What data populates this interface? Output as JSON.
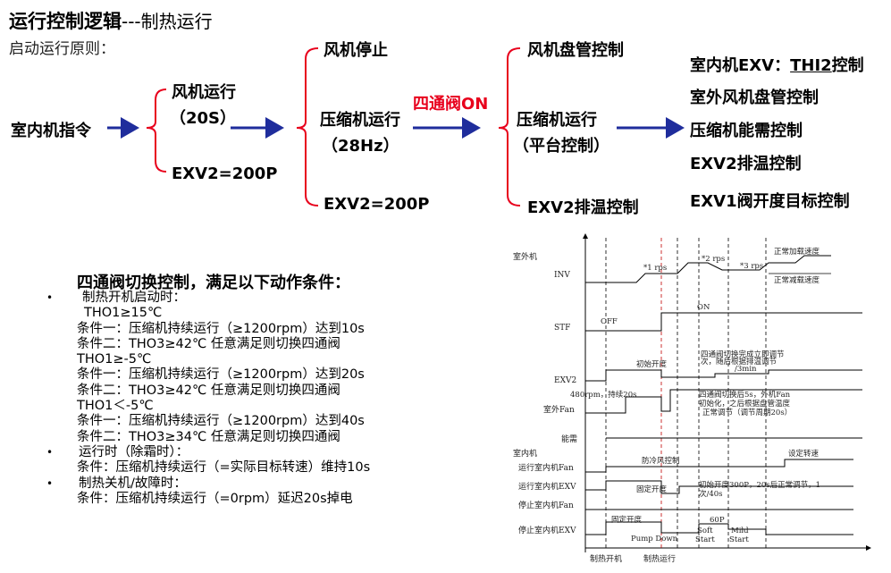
{
  "title": {
    "main": "运行控制逻辑",
    "suffix": "---制热运行",
    "subtitle": "启动运行原则："
  },
  "flow": {
    "start": "室内机指令",
    "stage1": {
      "fan_run": "风机运行",
      "fan_time": "（20S）",
      "exv2": "EXV2=200P"
    },
    "stage2": {
      "fan_stop": "风机停止",
      "comp_run": "压缩机运行",
      "comp_freq": "（28Hz）",
      "exv2": "EXV2=200P"
    },
    "valve_on": "四通阀ON",
    "stage3": {
      "coil_ctrl": "风机盘管控制",
      "comp_run": "压缩机运行",
      "platform": "（平台控制）",
      "exv2_temp": "EXV2排温控制"
    },
    "stage4": {
      "indoor_exv_prefix": "室内机EXV：",
      "indoor_exv_thi": "THI2",
      "indoor_exv_suffix": "控制",
      "outdoor_fan": "室外风机盘管控制",
      "comp_energy": "压缩机能需控制",
      "exv2_temp": "EXV2排温控制",
      "exv1_target": "EXV1阀开度目标控制"
    }
  },
  "conditions": {
    "title": "四通阀切换控制，满足以下动作条件：",
    "bullet": "•",
    "lines": [
      {
        "text": "制热开机启动时：",
        "indent": 1,
        "bullet": true
      },
      {
        "text": "THO1≥15℃",
        "indent": 2,
        "bullet": false
      },
      {
        "text": "条件一：压缩机持续运行（≥1200rpm）达到10s",
        "indent": 0,
        "bullet": false
      },
      {
        "text": "条件二：THO3≥42℃ 任意满足则切换四通阀",
        "indent": 0,
        "bullet": false
      },
      {
        "text": "THO1≥-5℃",
        "indent": 0,
        "bullet": false
      },
      {
        "text": "条件一：压缩机持续运行（≥1200rpm）达到20s",
        "indent": 0,
        "bullet": false
      },
      {
        "text": "条件二：THO3≥42℃ 任意满足则切换四通阀",
        "indent": 0,
        "bullet": false
      },
      {
        "text": "THO1＜-5℃",
        "indent": 0,
        "bullet": false
      },
      {
        "text": "条件一：压缩机持续运行（≥1200rpm）达到40s",
        "indent": 0,
        "bullet": false
      },
      {
        "text": "条件二：THO3≥34℃ 任意满足则切换四通阀",
        "indent": 0,
        "bullet": false
      },
      {
        "text": "运行时（除霜时）：",
        "indent": 1,
        "bullet": true
      },
      {
        "text": "条件：压缩机持续运行（=实际目标转速）维持10s",
        "indent": 0,
        "bullet": false
      },
      {
        "text": "制热关机/故障时：",
        "indent": 1,
        "bullet": true
      },
      {
        "text": "条件：压缩机持续运行（=0rpm）延迟20s掉电",
        "indent": 0,
        "bullet": false
      }
    ]
  },
  "timing": {
    "outdoor_unit": "室外机",
    "indoor_unit": "室内机",
    "rows": {
      "inv": "INV",
      "stf": "STF",
      "exv2": "EXV2",
      "outdoor_fan": "室外Fan",
      "energy": "能需",
      "indoor_fan_run": "运行室内机Fan",
      "indoor_exv_run": "运行室内机EXV",
      "indoor_fan_stop": "停止室内机Fan",
      "indoor_exv_stop": "停止室内机EXV"
    },
    "annotations": {
      "rps1": "*1 rps",
      "rps2": "*2 rps",
      "rps3": "*3 rps",
      "accel": "正常加载速度",
      "decel": "正常减载速度",
      "off": "OFF",
      "on": "ON",
      "init_open": "初始开度",
      "exv2_note_1": "四通阀切换完成立即调节",
      "exv2_note_2": "次，随后根据排温调节",
      "exv2_note_3": "/3min",
      "fan480": "480rpm，持续20s",
      "fan_note_1": "四通阀切换后5s，外机Fan",
      "fan_note_2": "初始化，之后根据盘管温度",
      "fan_note_3": "正常调节（调节周期20s）",
      "anti_cold": "防冷风控制",
      "set_speed": "设定转速",
      "fixed_open": "固定开度",
      "exv_init_1": "初始开度300P，20s后正常调节，1",
      "exv_init_2": "次/40s",
      "fixed_open2": "固定开度",
      "p60": "60P",
      "pump_down": "Pump Down",
      "soft_1": "Soft",
      "soft_2": "Start",
      "mild_1": "Mild",
      "mild_2": "Start",
      "heat_on": "制热开机",
      "heat_run": "制热运行"
    }
  },
  "colors": {
    "arrow": "#1f2d9c",
    "bracket": "#e8001c",
    "valve_text": "#e8001c",
    "chart_line": "#000000",
    "dashed_red": "#c00000"
  }
}
